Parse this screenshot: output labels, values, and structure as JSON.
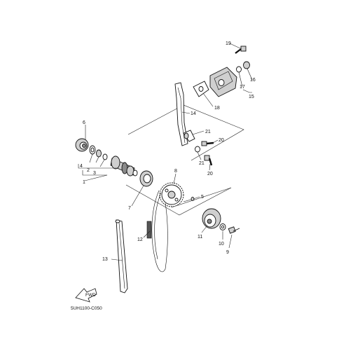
{
  "diagram": {
    "code": "5UH1100-C050",
    "arrow_text": "FWD",
    "labels": {
      "p1": "1",
      "p2": "2",
      "p3": "3",
      "p4": "4",
      "p5": "5",
      "p6": "6",
      "p7": "7",
      "p8": "8",
      "p9": "9",
      "p10": "10",
      "p11": "11",
      "p12": "12",
      "p13": "13",
      "p14": "14",
      "p15": "15",
      "p16": "16",
      "p17": "17",
      "p18": "18",
      "p19": "19",
      "p20a": "20",
      "p20b": "20",
      "p21a": "21",
      "p21b": "21"
    }
  }
}
